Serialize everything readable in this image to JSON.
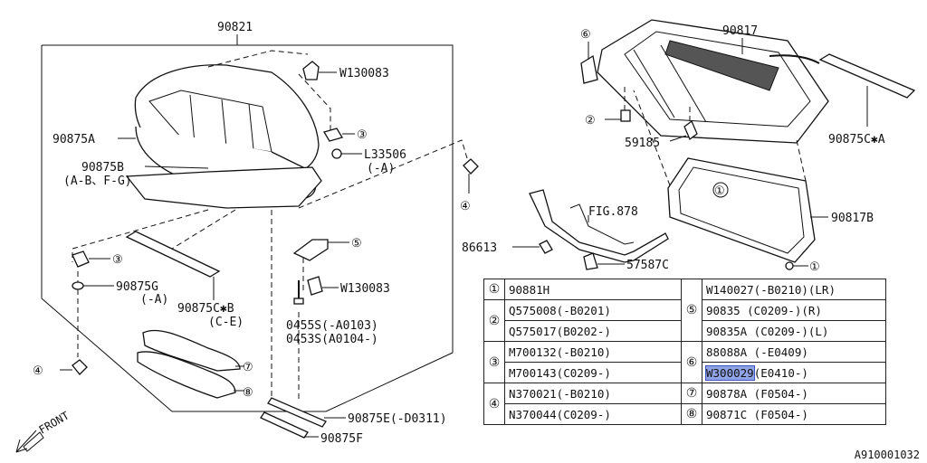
{
  "labels": {
    "p90821": "90821",
    "w130083a": "W130083",
    "p90875a": "90875A",
    "l33506": "L33506",
    "l33506_sub": "(-A)",
    "p90875b": "90875B",
    "p90875b_sub": "(A-B、F-G)",
    "p90875g": "90875G",
    "p90875g_sub": "(-A)",
    "p90875cb": "90875C✱B",
    "p90875cb_sub": "(C-E)",
    "w130083b": "W130083",
    "p0455s": "0455S(-A0103)",
    "p0453s": "0453S(A0104-)",
    "p90875e": "90875E(-D0311)",
    "p90875f": "90875F",
    "front": "FRONT",
    "p90817": "90817",
    "p90875ca": "90875C✱A",
    "p59185": "59185",
    "fig878": "FIG.878",
    "p86613": "86613",
    "p57587c": "57587C",
    "p90817b": "90817B",
    "c1": "①",
    "c2": "②",
    "c3": "③",
    "c4": "④",
    "c5": "⑤",
    "c6": "⑥",
    "c7": "⑦",
    "c8": "⑧"
  },
  "table": {
    "r1_num": "①",
    "r1_a": "90881H",
    "r1_b": "W140027(-B0210)(LR)",
    "r2_num": "②",
    "r2_a": "Q575008(-B0201)",
    "r2_b": "90835  (C0209-)(R)",
    "r2_a2": "Q575017(B0202-)",
    "r2_b2": "90835A (C0209-)(L)",
    "r3_num": "③",
    "r3_a": "M700132(-B0210)",
    "r3_b": "88088A (-E0409)",
    "r3_a2": "M700143(C0209-)",
    "r3_b2_hl": "W300029",
    "r3_b2": "(E0410-)",
    "r4_num": "④",
    "r4_a": "N370021(-B0210)",
    "r4_b": "90878A (F0504-)",
    "r4_a2": "N370044(C0209-)",
    "r4_b2": "90871C (F0504-)",
    "r5_num": "⑤",
    "r6_num": "⑥",
    "r7_num": "⑦",
    "r8_num": "⑧"
  },
  "footer": "A910001032"
}
